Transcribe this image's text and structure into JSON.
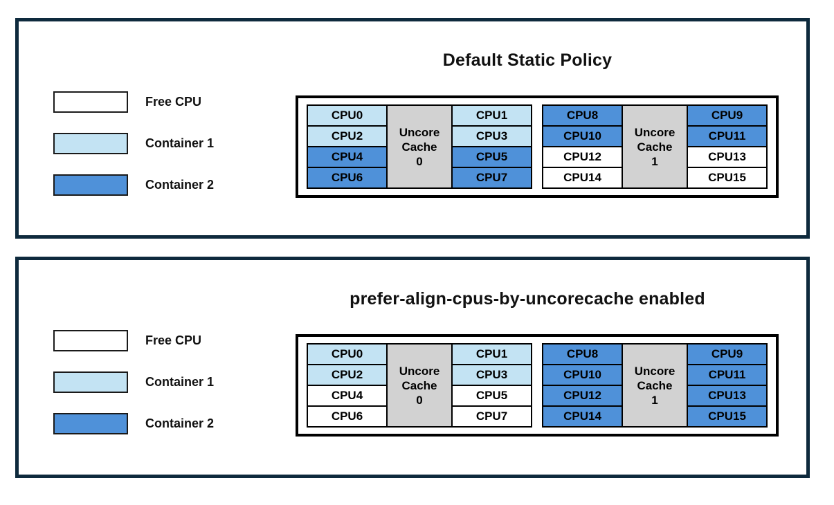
{
  "colors": {
    "panel_border": "#0e2a3d",
    "cell_border": "#000000",
    "cache_fill": "#d2d2d2",
    "free_cpu": "#ffffff",
    "container1": "#c3e3f3",
    "container2": "#4f91d9"
  },
  "legend": {
    "items": [
      {
        "label": "Free CPU",
        "color_key": "free_cpu"
      },
      {
        "label": "Container 1",
        "color_key": "container1"
      },
      {
        "label": "Container 2",
        "color_key": "container2"
      }
    ]
  },
  "panels": [
    {
      "title": "Default Static Policy",
      "clusters": [
        {
          "cache_lines": [
            "Uncore",
            "Cache",
            "0"
          ],
          "left": [
            {
              "label": "CPU0",
              "state": "container1"
            },
            {
              "label": "CPU2",
              "state": "container1"
            },
            {
              "label": "CPU4",
              "state": "container2"
            },
            {
              "label": "CPU6",
              "state": "container2"
            }
          ],
          "right": [
            {
              "label": "CPU1",
              "state": "container1"
            },
            {
              "label": "CPU3",
              "state": "container1"
            },
            {
              "label": "CPU5",
              "state": "container2"
            },
            {
              "label": "CPU7",
              "state": "container2"
            }
          ]
        },
        {
          "cache_lines": [
            "Uncore",
            "Cache",
            "1"
          ],
          "left": [
            {
              "label": "CPU8",
              "state": "container2"
            },
            {
              "label": "CPU10",
              "state": "container2"
            },
            {
              "label": "CPU12",
              "state": "free_cpu"
            },
            {
              "label": "CPU14",
              "state": "free_cpu"
            }
          ],
          "right": [
            {
              "label": "CPU9",
              "state": "container2"
            },
            {
              "label": "CPU11",
              "state": "container2"
            },
            {
              "label": "CPU13",
              "state": "free_cpu"
            },
            {
              "label": "CPU15",
              "state": "free_cpu"
            }
          ]
        }
      ]
    },
    {
      "title": "prefer-align-cpus-by-uncorecache enabled",
      "clusters": [
        {
          "cache_lines": [
            "Uncore",
            "Cache",
            "0"
          ],
          "left": [
            {
              "label": "CPU0",
              "state": "container1"
            },
            {
              "label": "CPU2",
              "state": "container1"
            },
            {
              "label": "CPU4",
              "state": "free_cpu"
            },
            {
              "label": "CPU6",
              "state": "free_cpu"
            }
          ],
          "right": [
            {
              "label": "CPU1",
              "state": "container1"
            },
            {
              "label": "CPU3",
              "state": "container1"
            },
            {
              "label": "CPU5",
              "state": "free_cpu"
            },
            {
              "label": "CPU7",
              "state": "free_cpu"
            }
          ]
        },
        {
          "cache_lines": [
            "Uncore",
            "Cache",
            "1"
          ],
          "left": [
            {
              "label": "CPU8",
              "state": "container2"
            },
            {
              "label": "CPU10",
              "state": "container2"
            },
            {
              "label": "CPU12",
              "state": "container2"
            },
            {
              "label": "CPU14",
              "state": "container2"
            }
          ],
          "right": [
            {
              "label": "CPU9",
              "state": "container2"
            },
            {
              "label": "CPU11",
              "state": "container2"
            },
            {
              "label": "CPU13",
              "state": "container2"
            },
            {
              "label": "CPU15",
              "state": "container2"
            }
          ]
        }
      ]
    }
  ]
}
